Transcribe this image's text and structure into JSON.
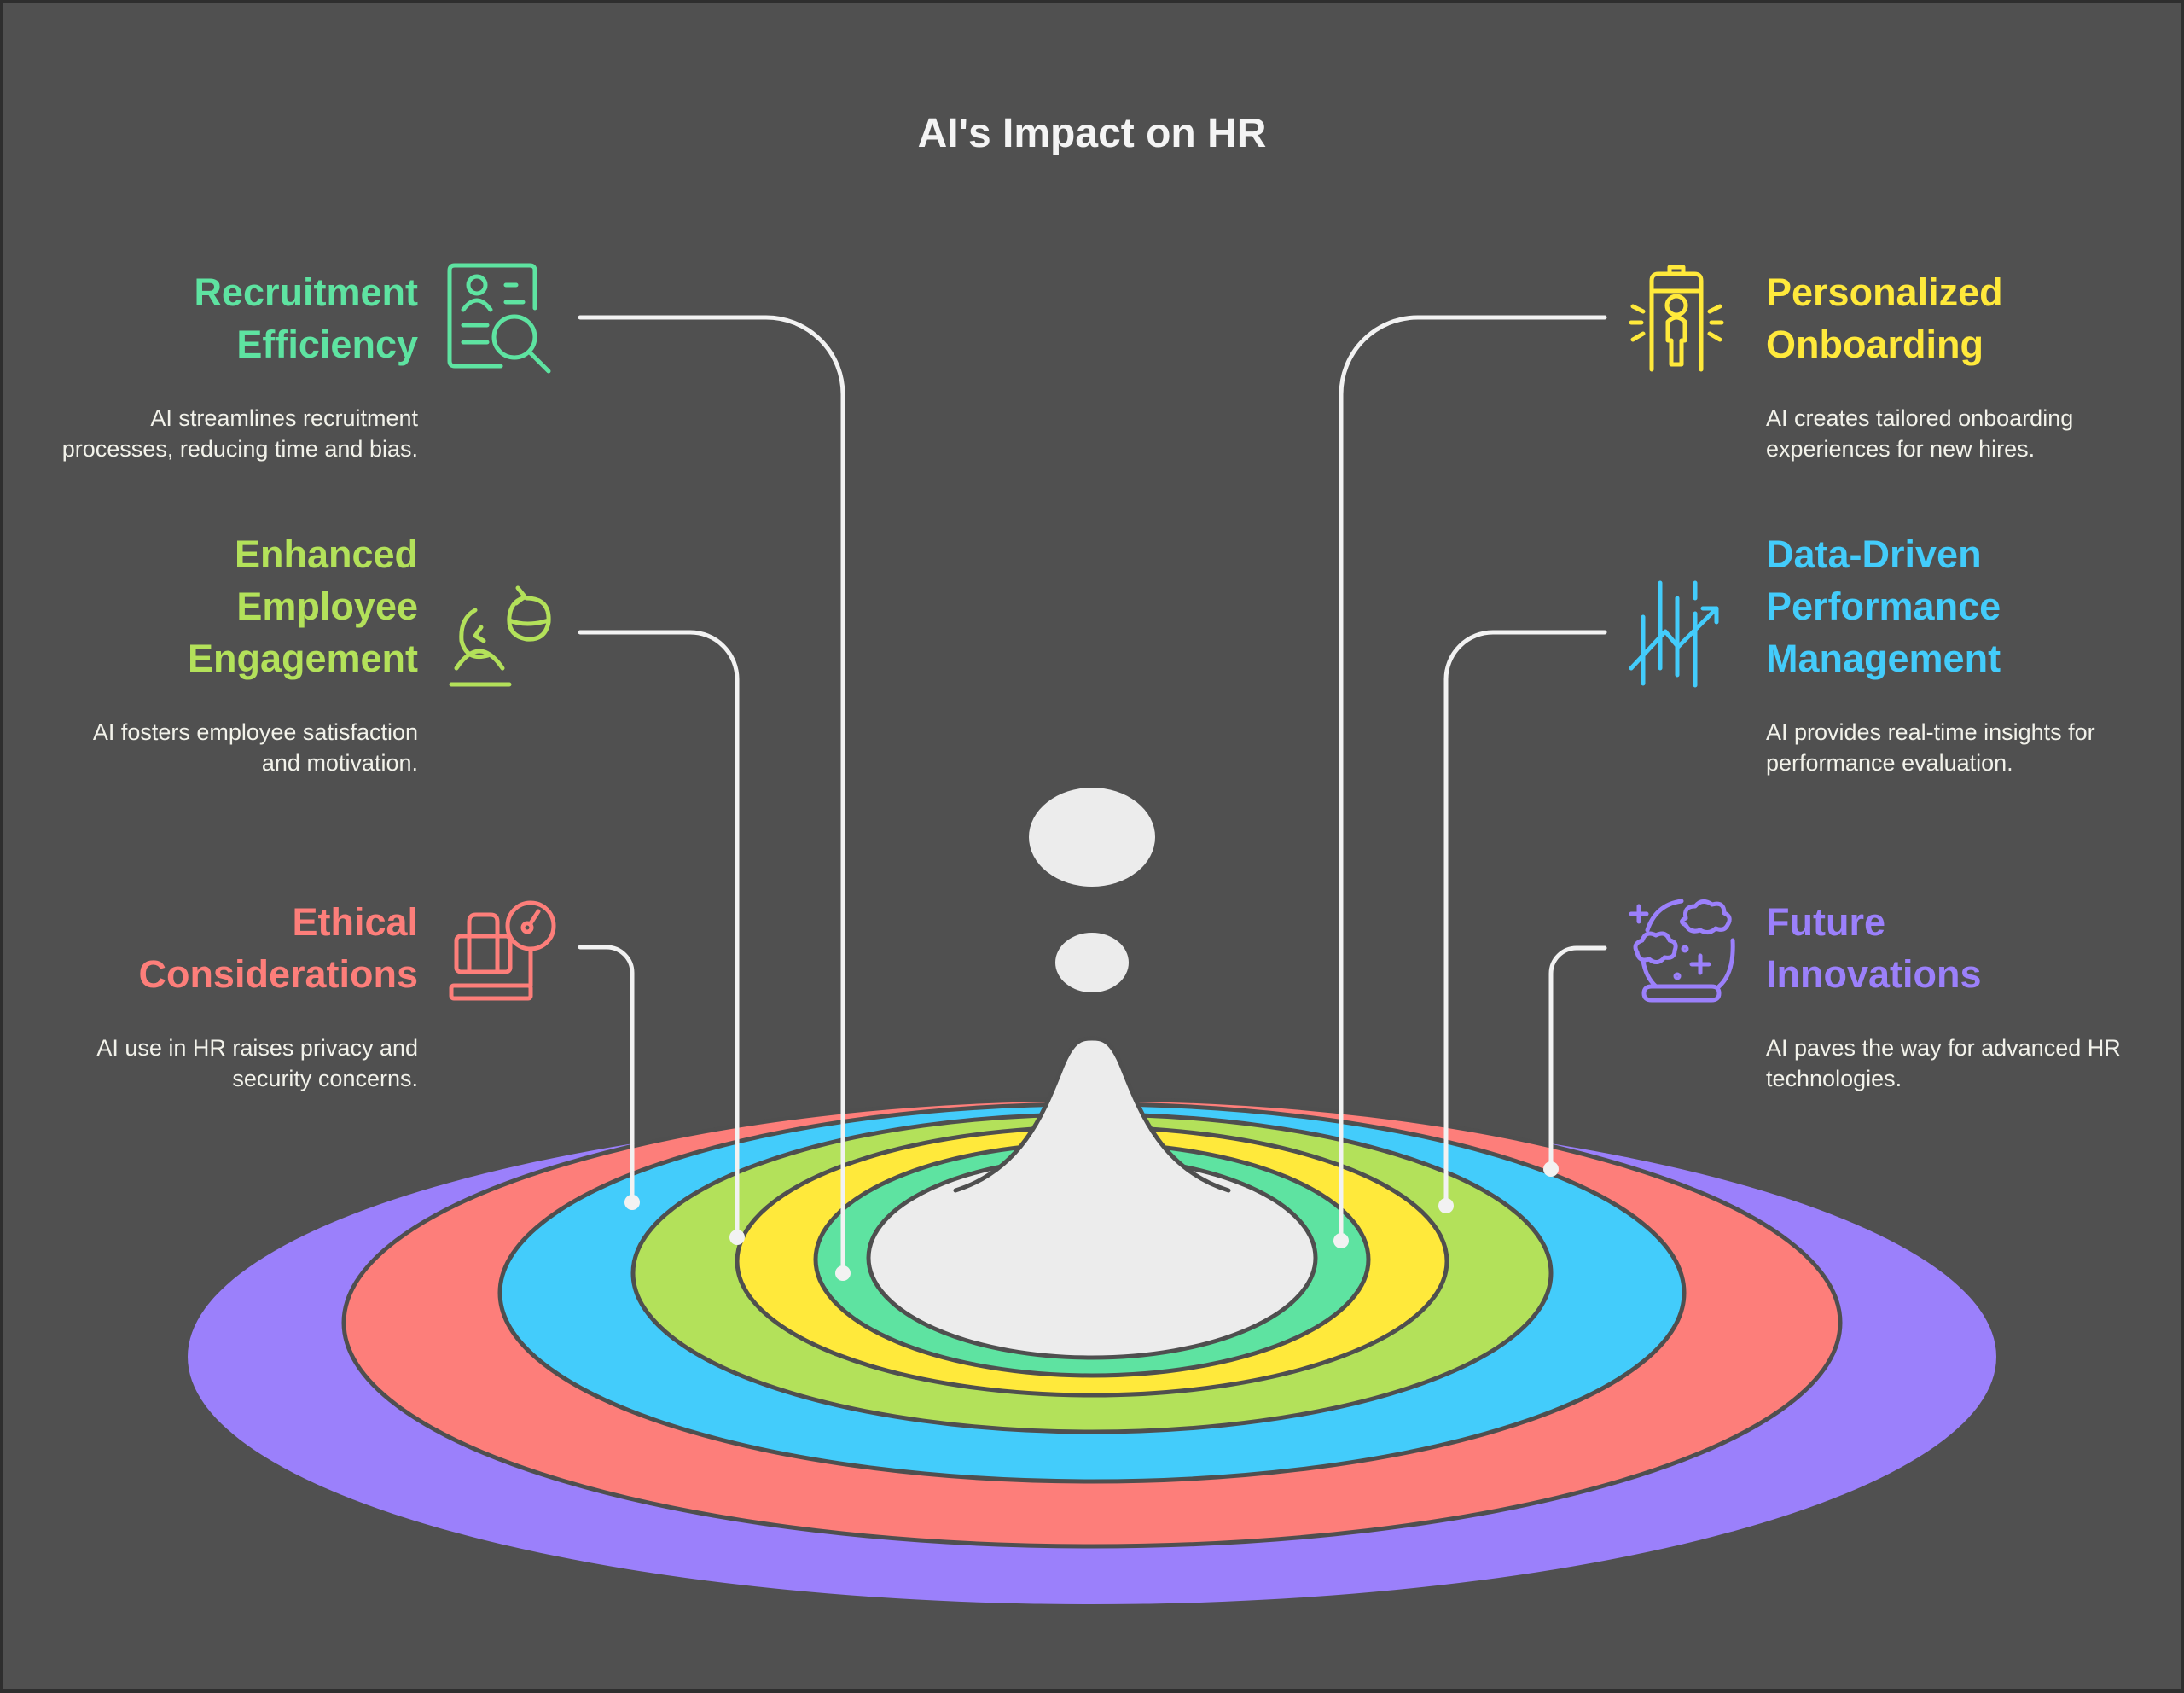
{
  "title": "AI's Impact on HR",
  "colors": {
    "background": "#505050",
    "frame": "#2e2e2e",
    "connector": "#f2f2f2",
    "drop": "#ececec",
    "ring_outline": "#4f4f4f"
  },
  "items": [
    {
      "id": "recruitment",
      "side": "left",
      "title": "Recruitment Efficiency",
      "title_lines": [
        "Recruitment",
        "Efficiency"
      ],
      "description": "AI streamlines recruitment processes, reducing time and bias.",
      "color": "#5ee3a1",
      "icon": "resume-search-icon"
    },
    {
      "id": "engagement",
      "side": "left",
      "title": "Enhanced Employee Engagement",
      "title_lines": [
        "Enhanced",
        "Employee",
        "Engagement"
      ],
      "description": "AI fosters employee satisfaction and motivation.",
      "color": "#b3e15a",
      "icon": "person-refresh-icon"
    },
    {
      "id": "ethical",
      "side": "left",
      "title": "Ethical Considerations",
      "title_lines": [
        "Ethical",
        "Considerations"
      ],
      "description": "AI use in HR raises privacy and security concerns.",
      "color": "#fd7e7a",
      "icon": "luggage-scale-icon"
    },
    {
      "id": "onboarding",
      "side": "right",
      "title": "Personalized Onboarding",
      "title_lines": [
        "Personalized",
        "Onboarding"
      ],
      "description": "AI creates tailored onboarding experiences for new hires.",
      "color": "#ffe93b",
      "icon": "security-gate-person-icon"
    },
    {
      "id": "performance",
      "side": "right",
      "title": "Data-Driven Performance Management",
      "title_lines": [
        "Data-Driven",
        "Performance",
        "Management"
      ],
      "description": "AI provides real-time insights for performance evaluation.",
      "color": "#43ccfb",
      "icon": "chart-trend-up-icon"
    },
    {
      "id": "future",
      "side": "right",
      "title": "Future Innovations",
      "title_lines": [
        "Future",
        "Innovations"
      ],
      "description": "AI paves the way for advanced HR technologies.",
      "color": "#9b80fb",
      "icon": "crystal-ball-icon"
    }
  ],
  "rings": [
    {
      "name": "future",
      "color": "#9b80fb"
    },
    {
      "name": "ethical",
      "color": "#fd7e7a"
    },
    {
      "name": "performance",
      "color": "#43ccfb"
    },
    {
      "name": "engagement",
      "color": "#b3e15a"
    },
    {
      "name": "onboarding",
      "color": "#ffe93b"
    },
    {
      "name": "recruitment",
      "color": "#5ee3a1"
    },
    {
      "name": "center",
      "color": "#ececec"
    }
  ]
}
